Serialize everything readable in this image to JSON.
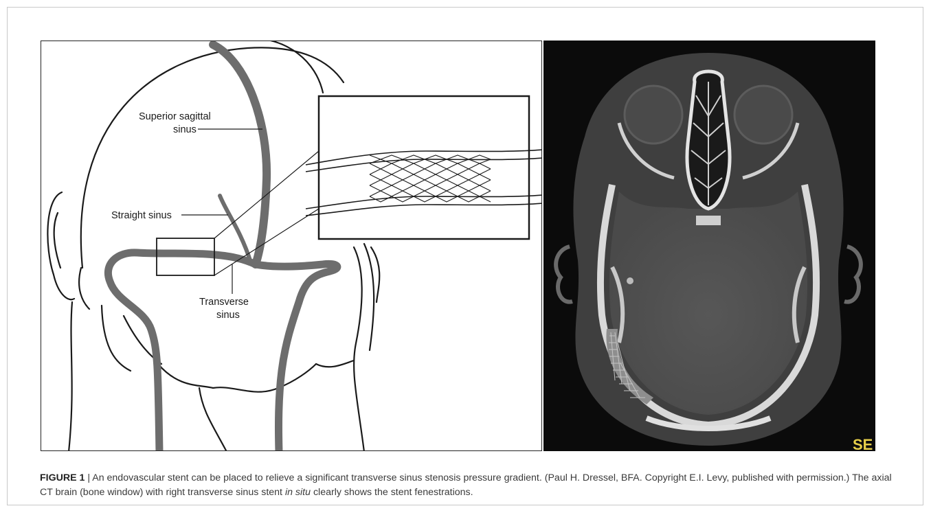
{
  "figure": {
    "illustration": {
      "labels": {
        "superior_sagittal_line1": "Superior sagittal",
        "superior_sagittal_line2": "sinus",
        "straight_sinus": "Straight sinus",
        "transverse_line1": "Transverse",
        "transverse_line2": "sinus"
      }
    },
    "ct_image": {
      "corner_text": "SE"
    },
    "caption": {
      "label": "FIGURE 1",
      "separator": " | ",
      "text_part1": "An endovascular stent can be placed to relieve a significant transverse sinus stenosis pressure gradient. (Paul H. Dressel, BFA. Copyright E.I. Levy, published with permission.) The axial CT brain (bone window) with right transverse sinus stent ",
      "text_italic": "in situ",
      "text_part2": " clearly shows the stent fenestrations."
    }
  }
}
